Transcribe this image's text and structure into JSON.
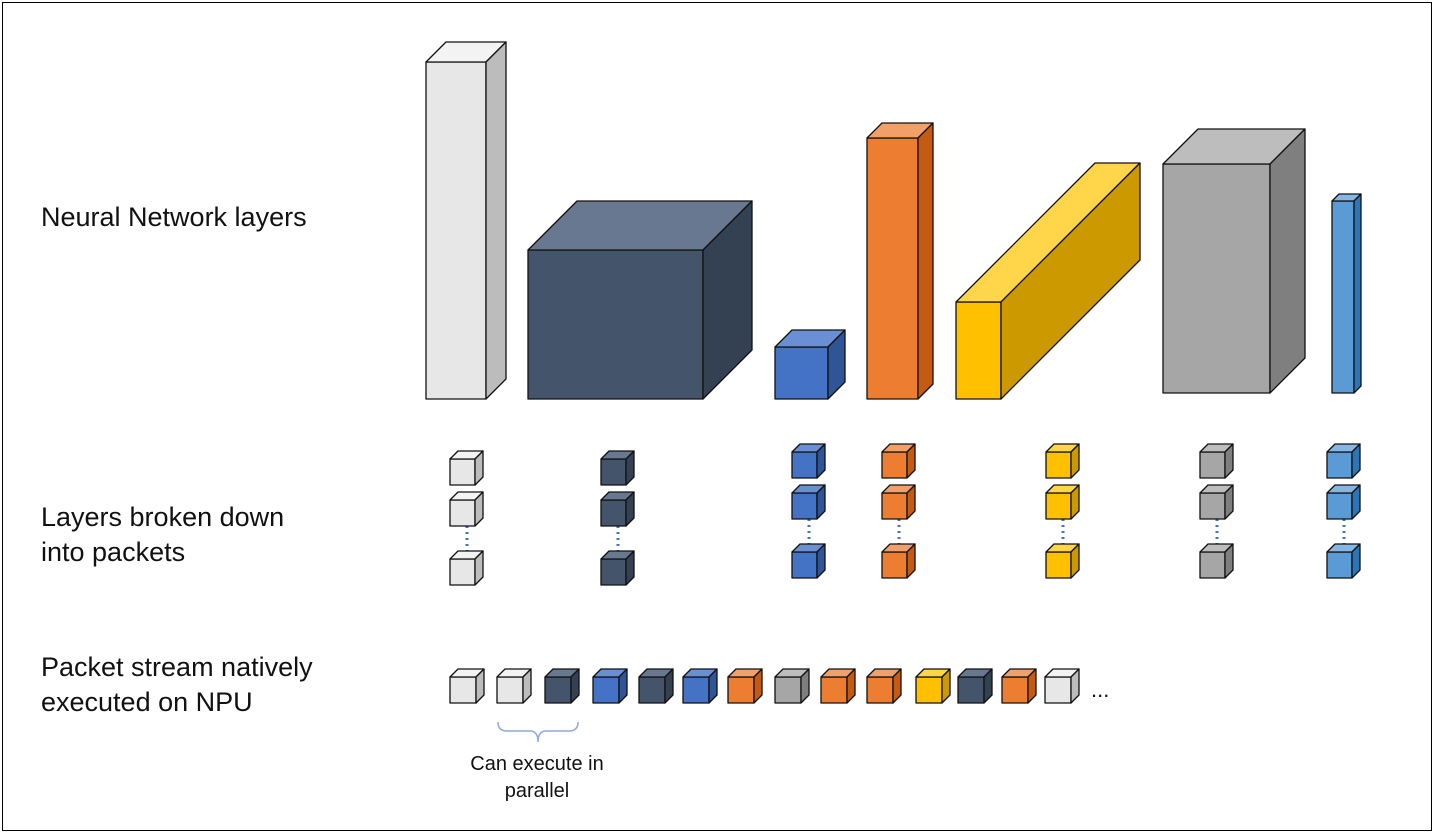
{
  "labels": {
    "layers": "Neural Network layers",
    "packets": "Layers broken down\ninto packets",
    "stream": "Packet stream natively\nexecuted on NPU",
    "parallel": "Can execute in\nparallel",
    "ellipsis": "..."
  },
  "colors": {
    "white": [
      "#e7e7e7",
      "#f3f3f3",
      "#bcbcbc"
    ],
    "navy": [
      "#44546a",
      "#687890",
      "#344152"
    ],
    "blue": [
      "#4472c4",
      "#6a8fd4",
      "#2f5597"
    ],
    "orange": [
      "#ed7d31",
      "#f2a06a",
      "#c55a11"
    ],
    "gold": [
      "#ffc000",
      "#ffd54a",
      "#cc9a00"
    ],
    "gray": [
      "#a6a6a6",
      "#bdbdbd",
      "#7f7f7f"
    ],
    "lightblue": [
      "#5b9bd5",
      "#86b6e3",
      "#2e75b6"
    ],
    "dots": "#4472c4",
    "brace": "#8faadc"
  },
  "layers": [
    {
      "color": "white"
    },
    {
      "color": "navy"
    },
    {
      "color": "blue"
    },
    {
      "color": "orange"
    },
    {
      "color": "gold"
    },
    {
      "color": "gray"
    },
    {
      "color": "lightblue"
    }
  ],
  "packets": [
    {
      "color": "white"
    },
    {
      "color": "navy"
    },
    {
      "color": "blue"
    },
    {
      "color": "orange"
    },
    {
      "color": "gold"
    },
    {
      "color": "gray"
    },
    {
      "color": "lightblue"
    }
  ],
  "stream": [
    "white",
    "white",
    "navy",
    "blue",
    "navy",
    "blue",
    "orange",
    "gray",
    "orange",
    "orange",
    "gold",
    "navy",
    "orange",
    "white"
  ]
}
